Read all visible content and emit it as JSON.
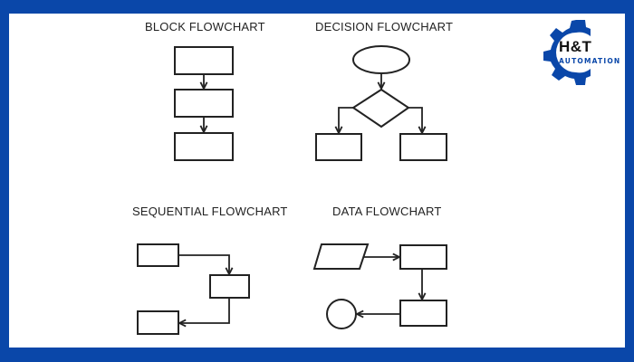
{
  "frame": {
    "border_color": "#0a47a9",
    "background": "#ffffff"
  },
  "brand": {
    "name": "H&T",
    "subtitle": "AUTOMATION",
    "icon": "gear-icon",
    "color": "#0a47a9"
  },
  "diagrams": {
    "block": {
      "title": "BLOCK FLOWCHART",
      "shapes": [
        "process",
        "process",
        "process"
      ]
    },
    "decision": {
      "title": "DECISION FLOWCHART",
      "shapes": [
        "terminator",
        "decision",
        "process",
        "process"
      ]
    },
    "sequential": {
      "title": "SEQUENTIAL FLOWCHART",
      "shapes": [
        "process",
        "process",
        "process"
      ]
    },
    "data": {
      "title": "DATA FLOWCHART",
      "shapes": [
        "input-output",
        "process",
        "process",
        "connector"
      ]
    }
  }
}
